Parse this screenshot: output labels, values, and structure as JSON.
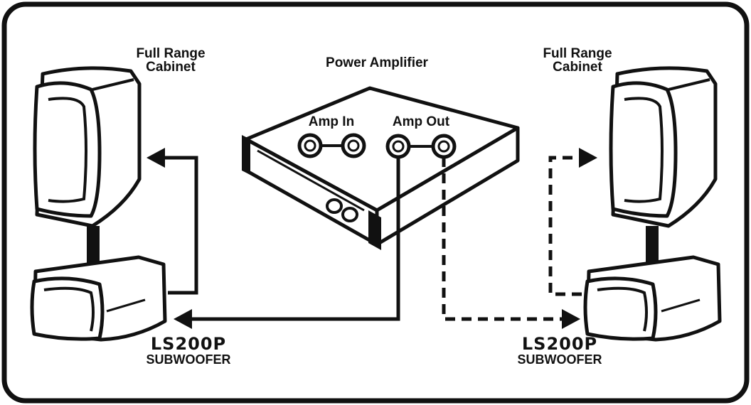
{
  "diagram": {
    "amplifier": {
      "title": "Power Amplifier",
      "input_label": "Amp In",
      "output_label": "Amp Out"
    },
    "left_system": {
      "cabinet_label_line1": "Full Range",
      "cabinet_label_line2": "Cabinet",
      "sub_model": "LS200P",
      "sub_type": "SUBWOOFER"
    },
    "right_system": {
      "cabinet_label_line1": "Full Range",
      "cabinet_label_line2": "Cabinet",
      "sub_model": "LS200P",
      "sub_type": "SUBWOOFER"
    },
    "colors": {
      "ink": "#111111",
      "paper": "#ffffff"
    }
  }
}
